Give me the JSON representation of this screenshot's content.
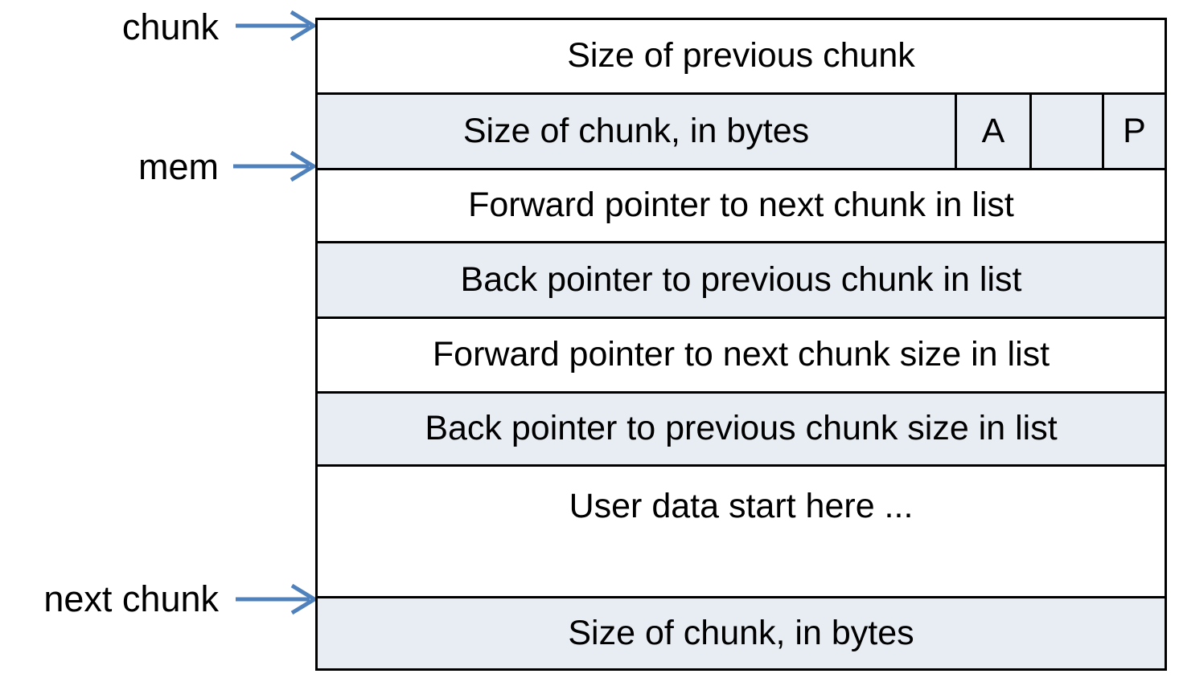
{
  "pointers": [
    {
      "label": "chunk"
    },
    {
      "label": "mem"
    },
    {
      "label": "next chunk"
    }
  ],
  "rows": [
    {
      "text": "Size of previous chunk",
      "shaded": false
    },
    {
      "text": "Size of chunk, in bytes",
      "shaded": true,
      "flags": [
        "A",
        "",
        "P"
      ]
    },
    {
      "text": "Forward pointer to next chunk in list",
      "shaded": false
    },
    {
      "text": "Back pointer to previous chunk in list",
      "shaded": true
    },
    {
      "text": "Forward pointer to next chunk size in list",
      "shaded": false
    },
    {
      "text": "Back pointer to previous chunk size in list",
      "shaded": true
    },
    {
      "text": "User data start here ...",
      "shaded": false
    },
    {
      "text": "Size of chunk, in bytes",
      "shaded": true
    }
  ],
  "colors": {
    "shaded_row": "#e7edf3",
    "border": "#000000",
    "arrow": "#4f81bd",
    "text": "#000000",
    "background": "#ffffff"
  }
}
